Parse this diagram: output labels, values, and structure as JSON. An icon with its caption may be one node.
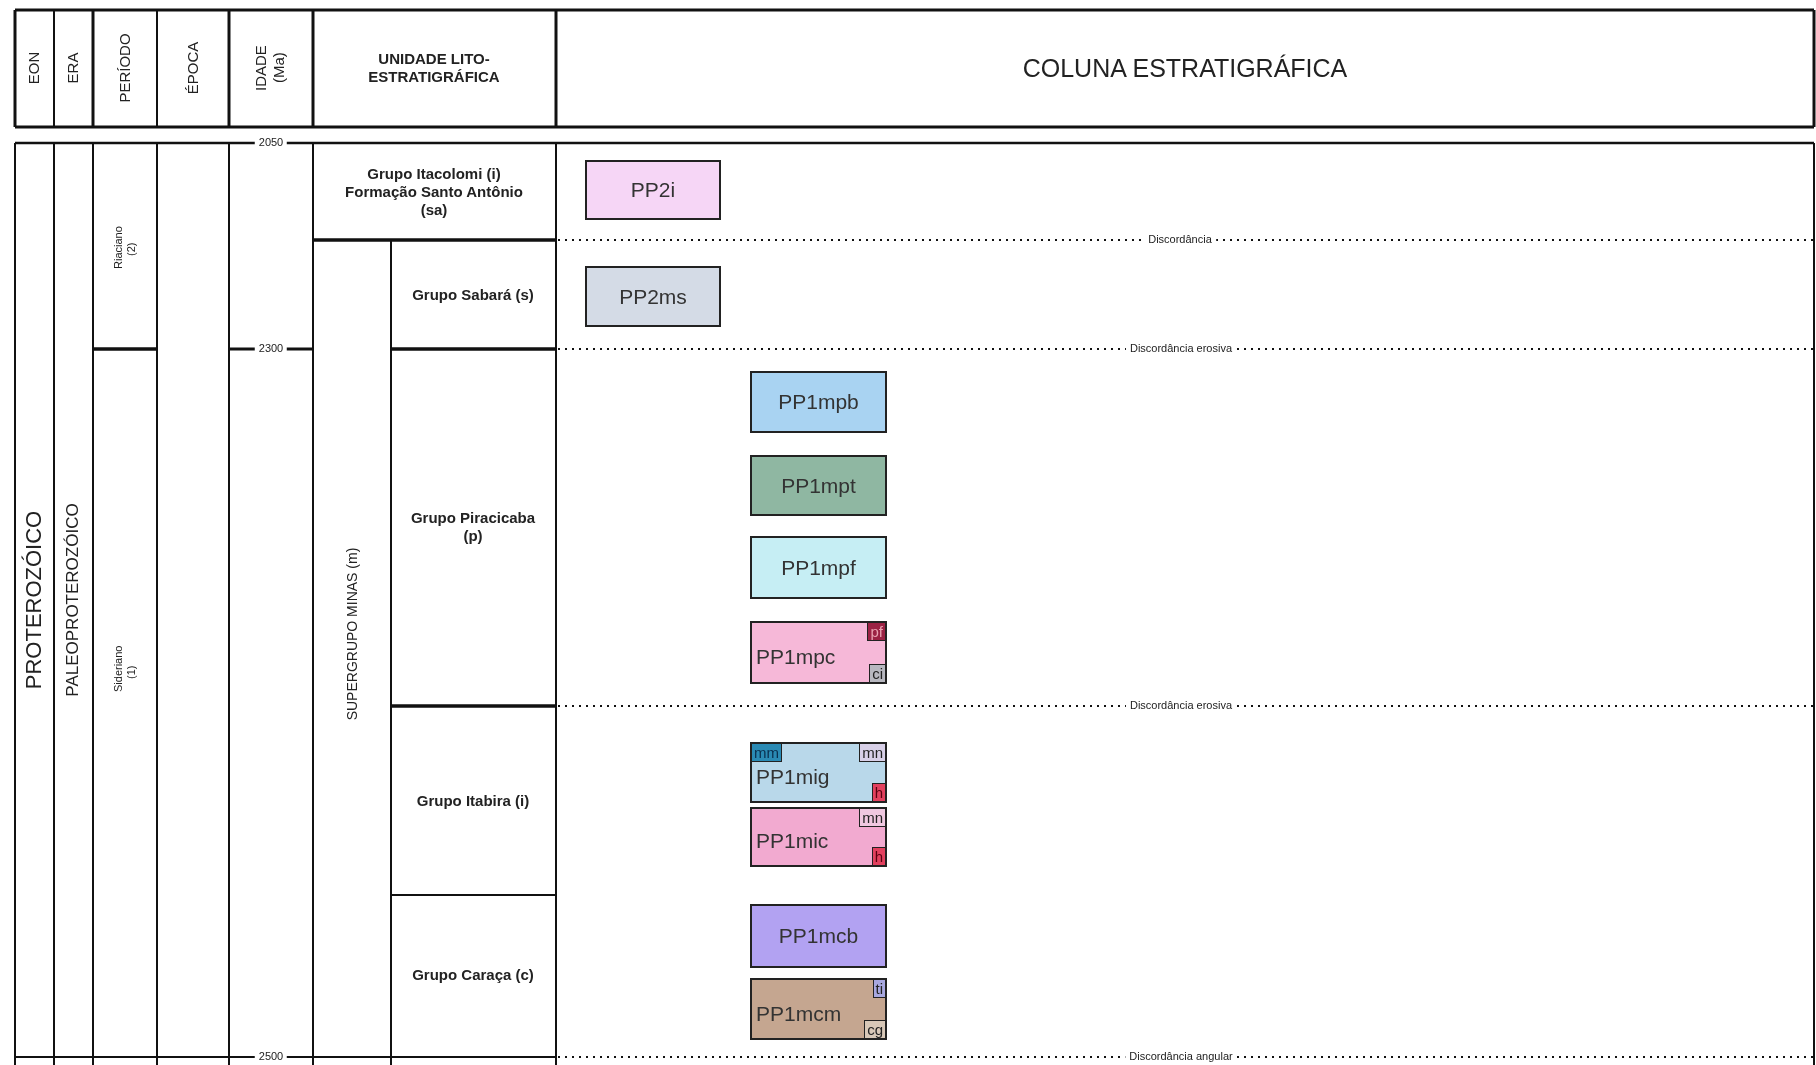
{
  "diagram": {
    "nodes": [
      {
        "text": [
          "PP2i"
        ]
      },
      {
        "text": [
          "PP2ms"
        ]
      },
      {
        "text": [
          "PP1mpb"
        ]
      },
      {
        "text": [
          "PP1mpt"
        ]
      },
      {
        "text": [
          "PP1mpf"
        ]
      },
      {
        "text": [
          "PP1mpc"
        ]
      },
      {
        "text": [
          "pf"
        ],
        "in": 5
      },
      {
        "text": [
          "ci"
        ],
        "in": 5
      },
      {
        "text": [
          "PP1mig"
        ]
      },
      {
        "text": [
          "mm"
        ],
        "in": 8
      },
      {
        "text": [
          "mn"
        ],
        "in": 8
      },
      {
        "text": [
          "h"
        ],
        "in": 8
      },
      {
        "text": [
          "PP1mic"
        ]
      },
      {
        "text": [
          "mn"
        ],
        "in": 12
      },
      {
        "text": [
          "h"
        ],
        "in": 12
      },
      {
        "text": [
          "PP1mcb"
        ]
      },
      {
        "text": [
          "PP1mcm"
        ]
      },
      {
        "text": [
          "ti"
        ],
        "in": 16
      },
      {
        "text": [
          "cg"
        ],
        "in": 16
      }
    ],
    "edges": [],
    "labels": [
      "EON",
      "ERA",
      "PERÍODO",
      "ÉPOCA",
      "IDADE (Ma)",
      "UNIDADE LITO-ESTRATIGRÁFICA",
      "COLUNA ESTRATIGRÁFICA",
      "2050",
      "Grupo Itacolomi (i) Formação Santo Antônio (sa)",
      "Riaciano (2)",
      "Discordância",
      "Grupo Sabará (s)",
      "2300",
      "Discordância erosiva",
      "PROTEROZÓICO",
      "PALEOPROTEROZÓICO",
      "Sideriano (1)",
      "SUPERGRUPO MINAS (m)",
      "Grupo Piracicaba (p)",
      "Discordância erosiva",
      "Grupo Itabira (i)",
      "Grupo Caraça (c)",
      "2500",
      "Discordância angular"
    ]
  }
}
